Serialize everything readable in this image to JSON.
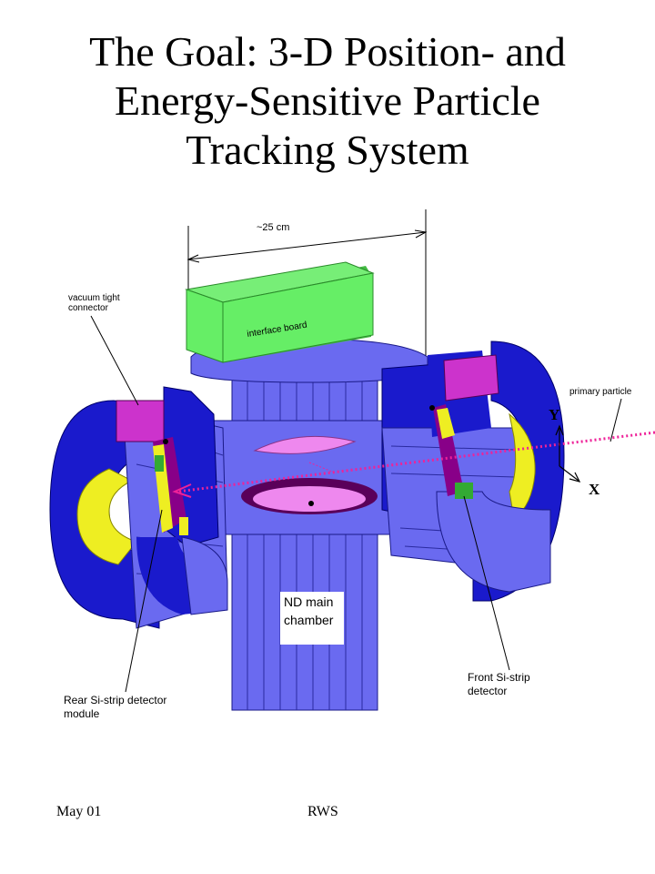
{
  "slide": {
    "title_lines": [
      "The Goal: 3-D Position- and",
      "Energy-Sensitive Particle",
      "Tracking System"
    ]
  },
  "diagram": {
    "dimension_label": "~25 cm",
    "interface_board_label": "interface board",
    "connector_label_line1": "vacuum tight",
    "connector_label_line2": "connector",
    "primary_particle_label": "primary particle",
    "axis_y_label": "Y",
    "axis_x_label": "X",
    "chamber_label_line1": "ND main",
    "chamber_label_line2": "chamber",
    "rear_label_line1": "Rear Si-strip detector",
    "rear_label_line2": "module",
    "front_label_line1": "Front Si-strip",
    "front_label_line2": "detector"
  },
  "footer": {
    "date": "May 01",
    "author": "RWS"
  },
  "colors": {
    "body_blue": "#6a6af0",
    "dark_blue": "#1a1acc",
    "board_green": "#66ee66",
    "connector_magenta": "#cc33cc",
    "yellow": "#eeee22",
    "track_magenta": "#ee2299"
  }
}
